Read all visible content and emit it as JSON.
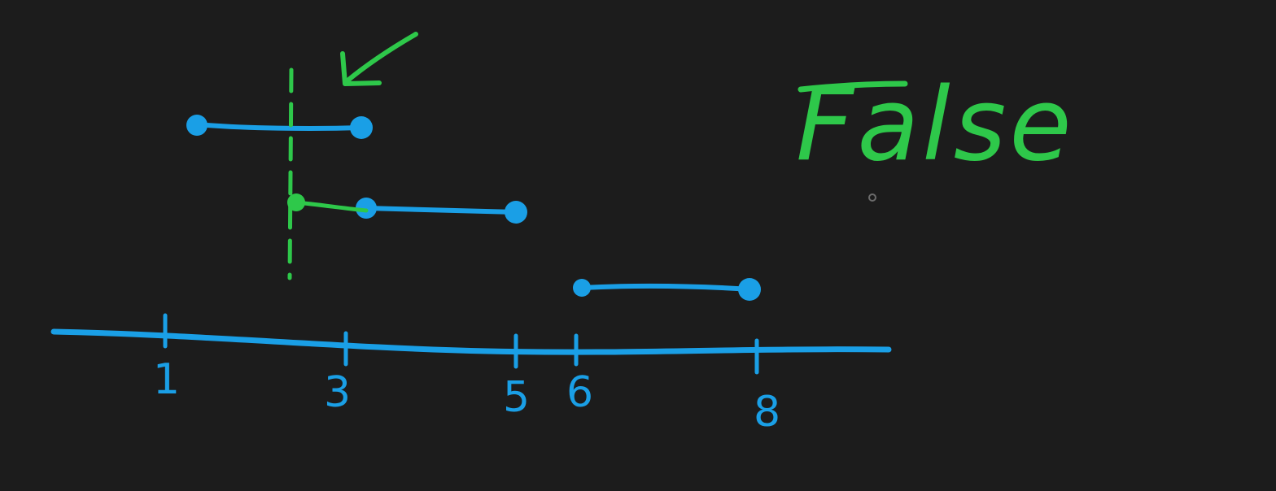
{
  "board": {
    "verdict": "False",
    "background": "#1c1c1c",
    "colors": {
      "interval": "#1a9fe6",
      "highlight": "#2ec84a"
    },
    "axis": {
      "tick_labels": [
        "1",
        "3",
        "5",
        "6",
        "8"
      ]
    },
    "intervals": [
      {
        "start": 1,
        "end": 3
      },
      {
        "start": 3,
        "end": 5
      },
      {
        "start": 6,
        "end": 8
      }
    ],
    "icons": [
      "pointer-arrow-icon",
      "dashed-marker-line"
    ]
  }
}
